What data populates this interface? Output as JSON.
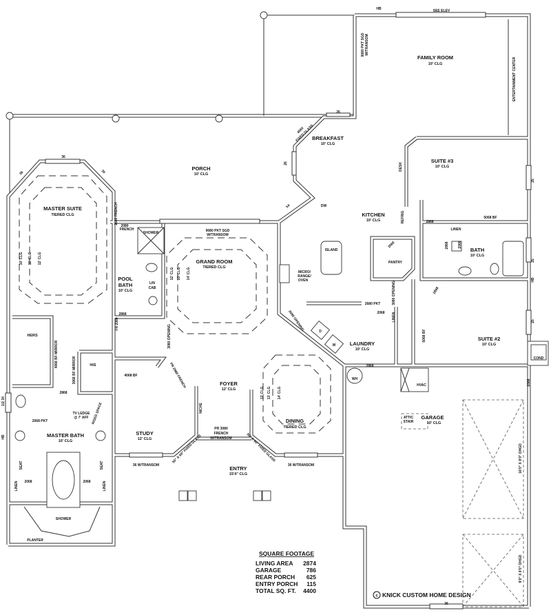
{
  "rooms": {
    "family_room": {
      "name": "FAMILY ROOM",
      "ceiling": "10' CLG"
    },
    "breakfast": {
      "name": "BREAKFAST",
      "ceiling": "10' CLG"
    },
    "porch": {
      "name": "PORCH",
      "ceiling": "10' CLG"
    },
    "master_suite": {
      "name": "MASTER SUITE",
      "ceiling": "TIERED CLG"
    },
    "suite3": {
      "name": "SUITE #3",
      "ceiling": "10' CLG"
    },
    "kitchen": {
      "name": "KITCHEN",
      "ceiling": "10' CLG"
    },
    "grand_room": {
      "name": "GRAND ROOM",
      "ceiling": "TIERED CLG"
    },
    "pool_bath": {
      "name1": "POOL",
      "name2": "BATH",
      "ceiling": "10' CLG"
    },
    "bath": {
      "name": "BATH",
      "ceiling": "10' CLG"
    },
    "laundry": {
      "name": "LAUNDRY",
      "ceiling": "10' CLG"
    },
    "suite2": {
      "name": "SUITE #2",
      "ceiling": "10' CLG"
    },
    "foyer": {
      "name": "FOYER",
      "ceiling": "12' CLG"
    },
    "study": {
      "name": "STUDY",
      "ceiling": "12' CLG"
    },
    "dining": {
      "name": "DINING",
      "ceiling": "TIERED CLG"
    },
    "master_bath": {
      "name": "MASTER BATH",
      "ceiling": "10' CLG"
    },
    "entry": {
      "name": "ENTRY",
      "ceiling": "15'4\" CLG"
    },
    "garage": {
      "name": "GARAGE",
      "ceiling": "10' CLG"
    },
    "hers": {
      "name": "HERS"
    },
    "his": {
      "name": "HIS"
    }
  },
  "fixtures": {
    "island": "ISLAND",
    "pantry": "PANTRY",
    "micro1": "MICRO/",
    "micro2": "RANGE/",
    "micro3": "OVEN",
    "dw": "DW",
    "desk": "DESK",
    "refrig": "REFRIG",
    "linen_bath": "LINEN",
    "linen_hall": "LINEN",
    "shower_pool": "SHOWER",
    "lin": "LIN",
    "cab": "CAB",
    "hvac": "HVAC",
    "cond": "COND",
    "wh": "WH",
    "attic1": "ATTIC",
    "attic2": "STAIR",
    "dryer": "D",
    "washer": "W",
    "seat_left": "SEAT",
    "seat_right": "SEAT",
    "linen_left": "LINEN",
    "linen_right": "LINEN",
    "shower_master": "SHOWER",
    "planter": "PLANTER",
    "entertainment": "ENTERTAINMENT CENTER",
    "niche": "NICHE",
    "tv1": "TV LEDGE",
    "tv2": "@ 7' AFF",
    "raised": "RISED SPACE"
  },
  "annotations": {
    "hb_top": "HB",
    "see_elev": "SEE ELEV",
    "sgd_family1": "9080 PKT SGD",
    "sgd_family2": "W/TRANSOM",
    "w26_top": "26",
    "fixed1": "4060",
    "fixed2": "FIXED GLASS",
    "w26_left": "26",
    "w54": "54",
    "w36_top": "36",
    "w36_left": "36",
    "w36_right": "36",
    "french_2880": "2880 FRENCH",
    "french_2080a": "2080",
    "french_2080b": "FRENCH",
    "sgd_grand1": "9080 PKT SGD",
    "sgd_grand2": "W/TRANSOM",
    "ms_10": "10' CLG",
    "ms_11": "11' CLG",
    "ms_12": "12' CLG",
    "gr_12": "12' CLG",
    "gr_13": "13' CLG",
    "gr_14": "14' CLG",
    "dn_12": "12' CLG",
    "dn_13": "13' CLG",
    "dn_14": "14' CLG",
    "d2868_s3": "2868",
    "bf5068_top": "5068 BF",
    "d2068_pantry": "2068",
    "d2068_bath": "2068",
    "d2868_bath": "2868",
    "w25_a": "25",
    "w25_b": "25",
    "hb_right": "HB",
    "w25_c": "25",
    "d2868_s2": "2868",
    "open3080_k": "3080 OPENING",
    "pkt2680": "2680 PKT",
    "d2068_linen": "2068",
    "bf5068_s2": "5068 BF",
    "open3080_l": "3080 OPENING",
    "d2868_laundry": "2868",
    "d2068_garage": "2068",
    "d2868_pool": "2868",
    "fr2080": "FR 2080",
    "open3080_g": "3080 OPENING",
    "bf4068": "4068 BF",
    "mirror4068": "4068 BF MIRROR",
    "mirror3068": "3068 BF MIRROR",
    "d2868_mb": "2868",
    "w_half34": "1/2 34",
    "pkt2068": "2068 PKT",
    "hb_left": "HB",
    "pr2880": "PR 2880 FRENCH",
    "pr3080a": "PR 3080",
    "pr3080b": "FRENCH",
    "pr3080c": "W/TRANSOM",
    "trans_left": "36 W/TRANSOM",
    "trans_right": "36 W/TRANSOM",
    "fg_left": "50\" X 60\" FIXED GLASS",
    "fg_right": "50\" X 60\" FIXED GLASS",
    "ohgd_big": "16'0\" X 8'0\" OHGD",
    "ohgd_small": "9'0\" X 8'0\" OHGD",
    "d2068_mb_l": "2068",
    "d2068_mb_r": "2068",
    "w36_bottom": "36"
  },
  "title_block": {
    "heading": "SQUARE FOOTAGE",
    "rows": [
      {
        "label": "LIVING AREA",
        "value": "2874"
      },
      {
        "label": "GARAGE",
        "value": "786"
      },
      {
        "label": "REAR PORCH",
        "value": "625"
      },
      {
        "label": "ENTRY PORCH",
        "value": "115"
      },
      {
        "label": "TOTAL SQ. FT.",
        "value": "4400"
      }
    ],
    "copyright_symbol": "c",
    "credit": "KNICK CUSTOM HOME DESIGN"
  }
}
